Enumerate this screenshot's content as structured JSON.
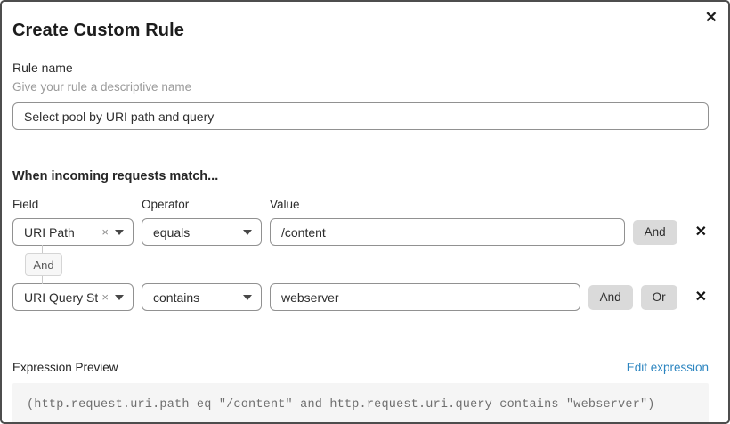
{
  "dialog": {
    "title": "Create Custom Rule"
  },
  "icons": {
    "close": "✕",
    "remove_row": "✕",
    "clear_selection": "×"
  },
  "rule_name": {
    "label": "Rule name",
    "helper": "Give your rule a descriptive name",
    "value": "Select pool by URI path and query"
  },
  "match": {
    "heading": "When incoming requests match...",
    "columns": {
      "field": "Field",
      "operator": "Operator",
      "value": "Value"
    },
    "connector_label": "And",
    "rows": [
      {
        "field": "URI Path",
        "operator": "equals",
        "value": "/content",
        "buttons": [
          "And"
        ]
      },
      {
        "field": "URI Query St...",
        "operator": "contains",
        "value": "webserver",
        "buttons": [
          "And",
          "Or"
        ]
      }
    ]
  },
  "expression": {
    "label": "Expression Preview",
    "edit_link": "Edit expression",
    "code": "(http.request.uri.path eq \"/content\" and http.request.uri.query contains \"webserver\")"
  },
  "colors": {
    "dialog_border": "#4d4d4d",
    "control_border": "#919191",
    "button_bg": "#dadada",
    "chip_bg": "#f7f7f7",
    "code_bg": "#f5f5f5",
    "link": "#2c85c0",
    "muted": "#9a9a9a"
  }
}
